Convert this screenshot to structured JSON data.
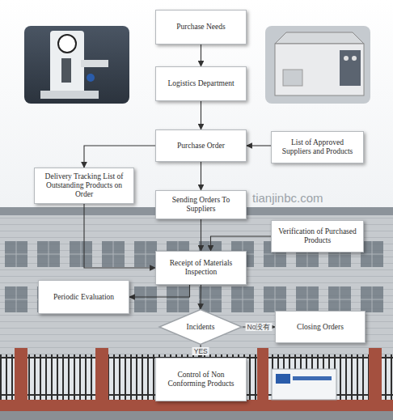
{
  "diagram": {
    "nodes": [
      {
        "text": [
          "Purchase Needs"
        ]
      },
      {
        "text": [
          "Logistics Department"
        ]
      },
      {
        "text": [
          "Purchase Order"
        ]
      },
      {
        "text": [
          "List of Approved Suppliers and Products"
        ]
      },
      {
        "text": [
          "Delivery Tracking List of Outstanding Products on Order"
        ]
      },
      {
        "text": [
          "Sending Orders To Suppliers"
        ]
      },
      {
        "text": [
          "Verification of Purchased Products"
        ]
      },
      {
        "text": [
          "Receipt of Materials Inspection"
        ]
      },
      {
        "text": [
          "Periodic Evaluation"
        ]
      },
      {
        "text": [
          "Incidents"
        ]
      },
      {
        "text": [
          "Closing Orders"
        ]
      },
      {
        "text": [
          "Control of Non Conforming Products"
        ]
      }
    ],
    "edges": [
      {
        "from": 0,
        "to": 1,
        "arrow": "to"
      },
      {
        "from": 1,
        "to": 2,
        "arrow": "to"
      },
      {
        "from": 3,
        "to": 2,
        "arrow": "to"
      },
      {
        "from": 2,
        "to": 5,
        "arrow": "to"
      },
      {
        "from": 2,
        "to": 4,
        "arrow": "to"
      },
      {
        "from": 4,
        "to": 7,
        "arrow": "to"
      },
      {
        "from": 5,
        "to": 7,
        "arrow": "to"
      },
      {
        "from": 6,
        "to": 7,
        "arrow": "to"
      },
      {
        "from": 7,
        "to": 9,
        "arrow": "to"
      },
      {
        "from": 7,
        "to": 8,
        "arrow": "to"
      },
      {
        "from": 9,
        "to": 10,
        "label": "No没有",
        "arrow": "to"
      },
      {
        "from": 9,
        "to": 11,
        "label": "YES",
        "arrow": "to"
      }
    ],
    "labels": [
      "tianjinbc.com"
    ]
  }
}
